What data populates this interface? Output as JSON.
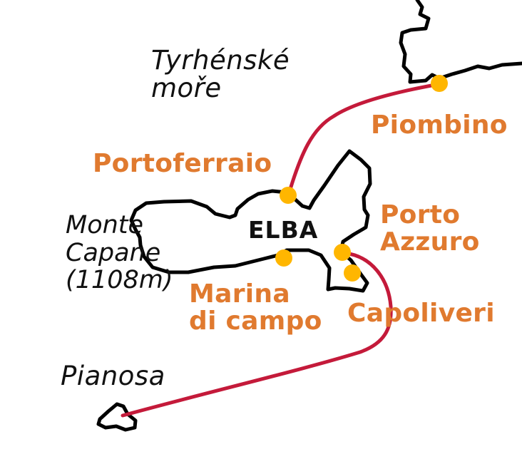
{
  "colors": {
    "coast": "#000000",
    "route": "#c41a3a",
    "town_dot": "#ffb600",
    "town_label": "#e07a2f",
    "text": "#111111"
  },
  "labels": {
    "sea": "Tyrhénské\nmoře",
    "island": "ELBA",
    "peak": "Monte\nCapane\n(1108m)",
    "pianosa": "Pianosa"
  },
  "towns": {
    "piombino": "Piombino",
    "portoferraio": "Portoferraio",
    "porto_azzurro": "Porto\nAzzuro",
    "marina_di_campo": "Marina\ndi campo",
    "capoliveri": "Capoliveri"
  }
}
